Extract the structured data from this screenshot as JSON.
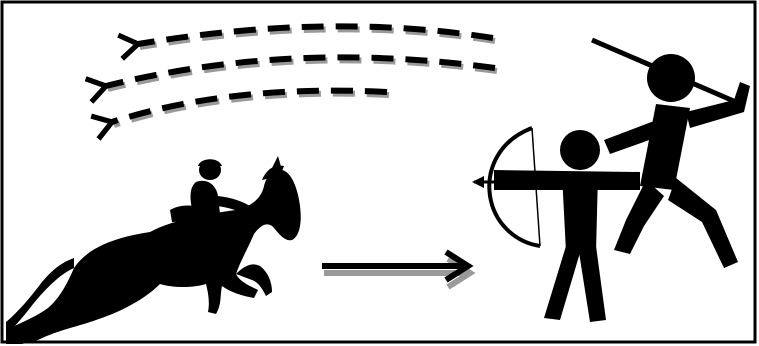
{
  "diagram": {
    "elements": [
      {
        "name": "horse-and-rider",
        "icon": "horse-rider-icon"
      },
      {
        "name": "forward-arrow",
        "icon": "arrow-right-icon"
      },
      {
        "name": "archer",
        "icon": "archer-icon"
      },
      {
        "name": "spear-thrower",
        "icon": "spear-thrower-icon"
      },
      {
        "name": "return-arrows",
        "icon": "dashed-arrow-left-icon",
        "count": 3
      }
    ],
    "colors": {
      "background": "#ffffff",
      "ink": "#000000",
      "shadow": "#9a9a9a"
    }
  }
}
